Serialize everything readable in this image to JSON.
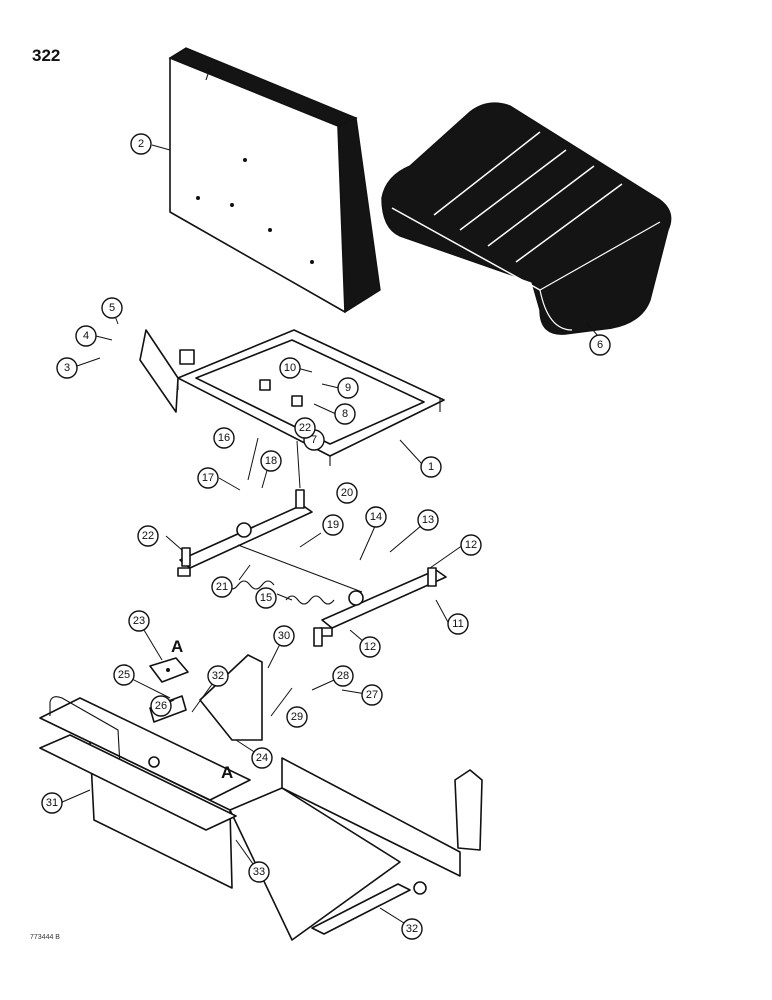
{
  "page_number": "322",
  "ref_code": "773444 B",
  "callouts": [
    "1",
    "2",
    "3",
    "4",
    "5",
    "6",
    "7",
    "8",
    "9",
    "10",
    "11",
    "12",
    "12",
    "13",
    "14",
    "15",
    "16",
    "17",
    "18",
    "19",
    "20",
    "21",
    "22",
    "22",
    "23",
    "24",
    "25",
    "26",
    "27",
    "28",
    "29",
    "30",
    "31",
    "32",
    "32",
    "33"
  ],
  "reference_letters": [
    "A",
    "A"
  ]
}
